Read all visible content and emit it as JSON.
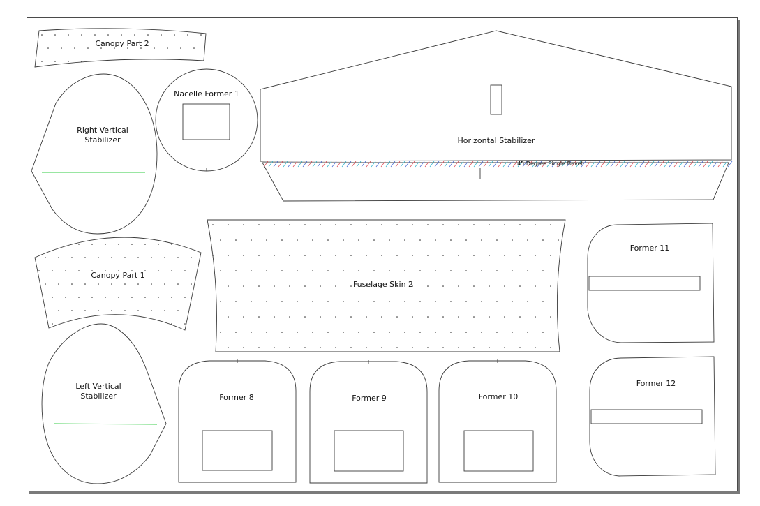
{
  "parts": {
    "canopy_part_2": "Canopy Part 2",
    "nacelle_former_1": "Nacelle Former 1",
    "right_vertical_stabilizer_line1": "Right Vertical",
    "right_vertical_stabilizer_line2": "Stabilizer",
    "horizontal_stabilizer": "Horizontal Stabilizer",
    "bevel_note": "45 Degree Single Bevel",
    "canopy_part_1": "Canopy Part 1",
    "fuselage_skin_2": "Fuselage Skin 2",
    "former_11": "Former 11",
    "former_12": "Former 12",
    "left_vertical_stabilizer_line1": "Left Vertical",
    "left_vertical_stabilizer_line2": "Stabilizer",
    "former_8": "Former 8",
    "former_9": "Former 9",
    "former_10": "Former 10"
  },
  "colors": {
    "cut_line": "#3a3a3a",
    "green_reference_line": "#33cc44",
    "bevel_red": "#e0505a",
    "bevel_cyan": "#35b7cf",
    "bevel_blue": "#4a6fd8"
  }
}
